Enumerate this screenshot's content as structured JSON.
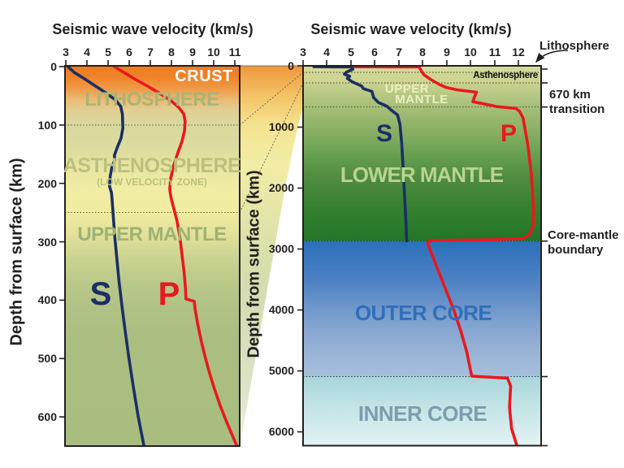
{
  "figure": {
    "colors": {
      "s_wave": "#1a2f66",
      "p_wave": "#e8191f",
      "crust_orange": "#ed7b21",
      "lithosphere_olive": "#d5da9c",
      "asthenosphere_yellow": "#f1eda4",
      "upper_mantle_green": "#a9bd7f",
      "lower_mantle_dark_green": "#24752a",
      "outer_core_blue": "#2a70bc",
      "inner_core_cyan": "#dff0f1",
      "axis_black": "#231f20"
    },
    "left_chart": {
      "title": "Seismic wave velocity (km/s)",
      "y_axis_label": "Depth from surface (km)",
      "x_ticks": [
        "3",
        "4",
        "5",
        "6",
        "7",
        "8",
        "9",
        "10",
        "11"
      ],
      "y_tick_zero": "0",
      "y_ticks": [
        "100",
        "200",
        "300",
        "400",
        "500",
        "600"
      ],
      "regions": {
        "crust": "CRUST",
        "lithosphere": "LITHOSPHERE",
        "asthenosphere": "ASTHENOSPHERE",
        "asthenosphere_sub": "(LOW VELOCITY ZONE)",
        "upper_mantle": "UPPER MANTLE"
      },
      "s_label": "S",
      "p_label": "P"
    },
    "right_chart": {
      "title": "Seismic wave velocity (km/s)",
      "y_axis_label": "Depth from surface (km)",
      "x_ticks": [
        "3",
        "4",
        "5",
        "6",
        "7",
        "8",
        "9",
        "10",
        "11",
        "12"
      ],
      "y_tick_zero": "0",
      "y_ticks": [
        "1000",
        "2000",
        "3000",
        "4000",
        "5000",
        "6000"
      ],
      "regions": {
        "asthenosphere": "Asthenosphere",
        "upper_mantle_line1": "UPPER",
        "upper_mantle_line2": "MANTLE",
        "lower_mantle": "LOWER MANTLE",
        "outer_core": "OUTER CORE",
        "inner_core": "INNER CORE"
      },
      "s_label": "S",
      "p_label": "P",
      "annotations": {
        "lithosphere": "Lithosphere",
        "transition_line1": "670 km",
        "transition_line2": "transition",
        "cmb_line1": "Core-mantle",
        "cmb_line2": "boundary"
      }
    }
  },
  "chart_data": [
    {
      "type": "line",
      "title": "Seismic wave velocity (km/s)",
      "xlabel": "Seismic wave velocity (km/s)",
      "ylabel": "Depth from surface (km)",
      "xlim": [
        3,
        11.3
      ],
      "ylim": [
        0,
        650
      ],
      "x_tick_values": [
        3,
        4,
        5,
        6,
        7,
        8,
        9,
        10,
        11
      ],
      "y_tick_values": [
        0,
        100,
        200,
        300,
        400,
        500,
        600
      ],
      "grid": false,
      "boundaries_km": {
        "lithosphere_base": 100,
        "asthenosphere_base": 250
      },
      "region_labels": [
        "CRUST",
        "LITHOSPHERE",
        "ASTHENOSPHERE (LOW VELOCITY ZONE)",
        "UPPER MANTLE"
      ],
      "series": [
        {
          "name": "S wave",
          "color": "#1a2f66",
          "points": [
            [
              3.1,
              0
            ],
            [
              3.4,
              10
            ],
            [
              3.85,
              20
            ],
            [
              4.35,
              32
            ],
            [
              4.9,
              45
            ],
            [
              5.35,
              57
            ],
            [
              5.6,
              68
            ],
            [
              5.68,
              82
            ],
            [
              5.7,
              105
            ],
            [
              5.62,
              122
            ],
            [
              5.42,
              140
            ],
            [
              5.3,
              152
            ],
            [
              5.32,
              160
            ],
            [
              5.18,
              172
            ],
            [
              5.1,
              188
            ],
            [
              5.07,
              205
            ],
            [
              5.16,
              216
            ],
            [
              5.2,
              232
            ],
            [
              5.25,
              258
            ],
            [
              5.32,
              292
            ],
            [
              5.42,
              330
            ],
            [
              5.52,
              368
            ],
            [
              5.65,
              408
            ],
            [
              5.8,
              450
            ],
            [
              5.97,
              495
            ],
            [
              6.18,
              545
            ],
            [
              6.42,
              598
            ],
            [
              6.7,
              650
            ]
          ]
        },
        {
          "name": "P wave",
          "color": "#e8191f",
          "points": [
            [
              5.3,
              0
            ],
            [
              5.75,
              10
            ],
            [
              6.3,
              22
            ],
            [
              6.9,
              34
            ],
            [
              7.5,
              47
            ],
            [
              8.0,
              59
            ],
            [
              8.35,
              70
            ],
            [
              8.58,
              81
            ],
            [
              8.65,
              94
            ],
            [
              8.62,
              110
            ],
            [
              8.5,
              128
            ],
            [
              8.3,
              148
            ],
            [
              8.1,
              170
            ],
            [
              7.96,
              192
            ],
            [
              7.92,
              210
            ],
            [
              7.99,
              226
            ],
            [
              8.12,
              244
            ],
            [
              8.26,
              264
            ],
            [
              8.4,
              292
            ],
            [
              8.5,
              322
            ],
            [
              8.6,
              352
            ],
            [
              8.66,
              378
            ],
            [
              8.69,
              398
            ],
            [
              9.08,
              402
            ],
            [
              9.12,
              415
            ],
            [
              9.24,
              440
            ],
            [
              9.4,
              468
            ],
            [
              9.58,
              495
            ],
            [
              9.78,
              522
            ],
            [
              10.02,
              550
            ],
            [
              10.3,
              580
            ],
            [
              10.65,
              612
            ],
            [
              11.1,
              650
            ]
          ]
        }
      ]
    },
    {
      "type": "line",
      "title": "Seismic wave velocity (km/s)",
      "xlabel": "Seismic wave velocity (km/s)",
      "ylabel": "Depth from surface (km)",
      "xlim": [
        3,
        12.95
      ],
      "ylim": [
        0,
        6240
      ],
      "x_tick_values": [
        3,
        4,
        5,
        6,
        7,
        8,
        9,
        10,
        11,
        12
      ],
      "y_tick_values": [
        0,
        1000,
        2000,
        3000,
        4000,
        5000,
        6000
      ],
      "grid": false,
      "boundaries_km": {
        "lithosphere_base": 100,
        "asthenosphere_base": 273,
        "transition": 670,
        "core_mantle_boundary": 2870,
        "inner_core_boundary": 5100
      },
      "region_labels": [
        "Lithosphere",
        "Asthenosphere",
        "UPPER MANTLE",
        "LOWER MANTLE",
        "OUTER CORE",
        "INNER CORE"
      ],
      "series": [
        {
          "name": "S wave",
          "color": "#1a2f66",
          "points": [
            [
              3.45,
              8
            ],
            [
              4.2,
              10
            ],
            [
              5.05,
              13
            ],
            [
              5.08,
              50
            ],
            [
              4.82,
              95
            ],
            [
              4.73,
              130
            ],
            [
              4.95,
              165
            ],
            [
              4.85,
              200
            ],
            [
              5.05,
              255
            ],
            [
              5.45,
              325
            ],
            [
              5.52,
              368
            ],
            [
              5.88,
              415
            ],
            [
              5.95,
              515
            ],
            [
              6.15,
              595
            ],
            [
              6.5,
              655
            ],
            [
              6.62,
              700
            ],
            [
              6.95,
              800
            ],
            [
              7.05,
              950
            ],
            [
              7.12,
              1250
            ],
            [
              7.18,
              1650
            ],
            [
              7.24,
              2100
            ],
            [
              7.3,
              2550
            ],
            [
              7.33,
              2865
            ]
          ]
        },
        {
          "name": "P wave",
          "color": "#e8191f",
          "points": [
            [
              5.15,
              9
            ],
            [
              6.5,
              11
            ],
            [
              7.85,
              14
            ],
            [
              7.95,
              80
            ],
            [
              8.05,
              140
            ],
            [
              8.35,
              220
            ],
            [
              8.7,
              300
            ],
            [
              9.0,
              350
            ],
            [
              9.45,
              388
            ],
            [
              10.25,
              427
            ],
            [
              10.15,
              520
            ],
            [
              10.1,
              583
            ],
            [
              10.95,
              649
            ],
            [
              11.1,
              662
            ],
            [
              11.9,
              693
            ],
            [
              12.05,
              740
            ],
            [
              12.2,
              850
            ],
            [
              12.4,
              1300
            ],
            [
              12.55,
              1800
            ],
            [
              12.63,
              2300
            ],
            [
              12.62,
              2600
            ],
            [
              12.5,
              2750
            ],
            [
              12.2,
              2825
            ],
            [
              11.0,
              2848
            ],
            [
              8.35,
              2858
            ],
            [
              8.2,
              2900
            ],
            [
              8.35,
              3050
            ],
            [
              8.65,
              3350
            ],
            [
              8.95,
              3650
            ],
            [
              9.3,
              4000
            ],
            [
              9.6,
              4350
            ],
            [
              9.85,
              4700
            ],
            [
              9.98,
              4950
            ],
            [
              10.05,
              5085
            ],
            [
              11.55,
              5120
            ],
            [
              11.68,
              5250
            ],
            [
              11.63,
              5600
            ],
            [
              11.72,
              5950
            ],
            [
              11.95,
              6240
            ]
          ]
        }
      ]
    }
  ]
}
